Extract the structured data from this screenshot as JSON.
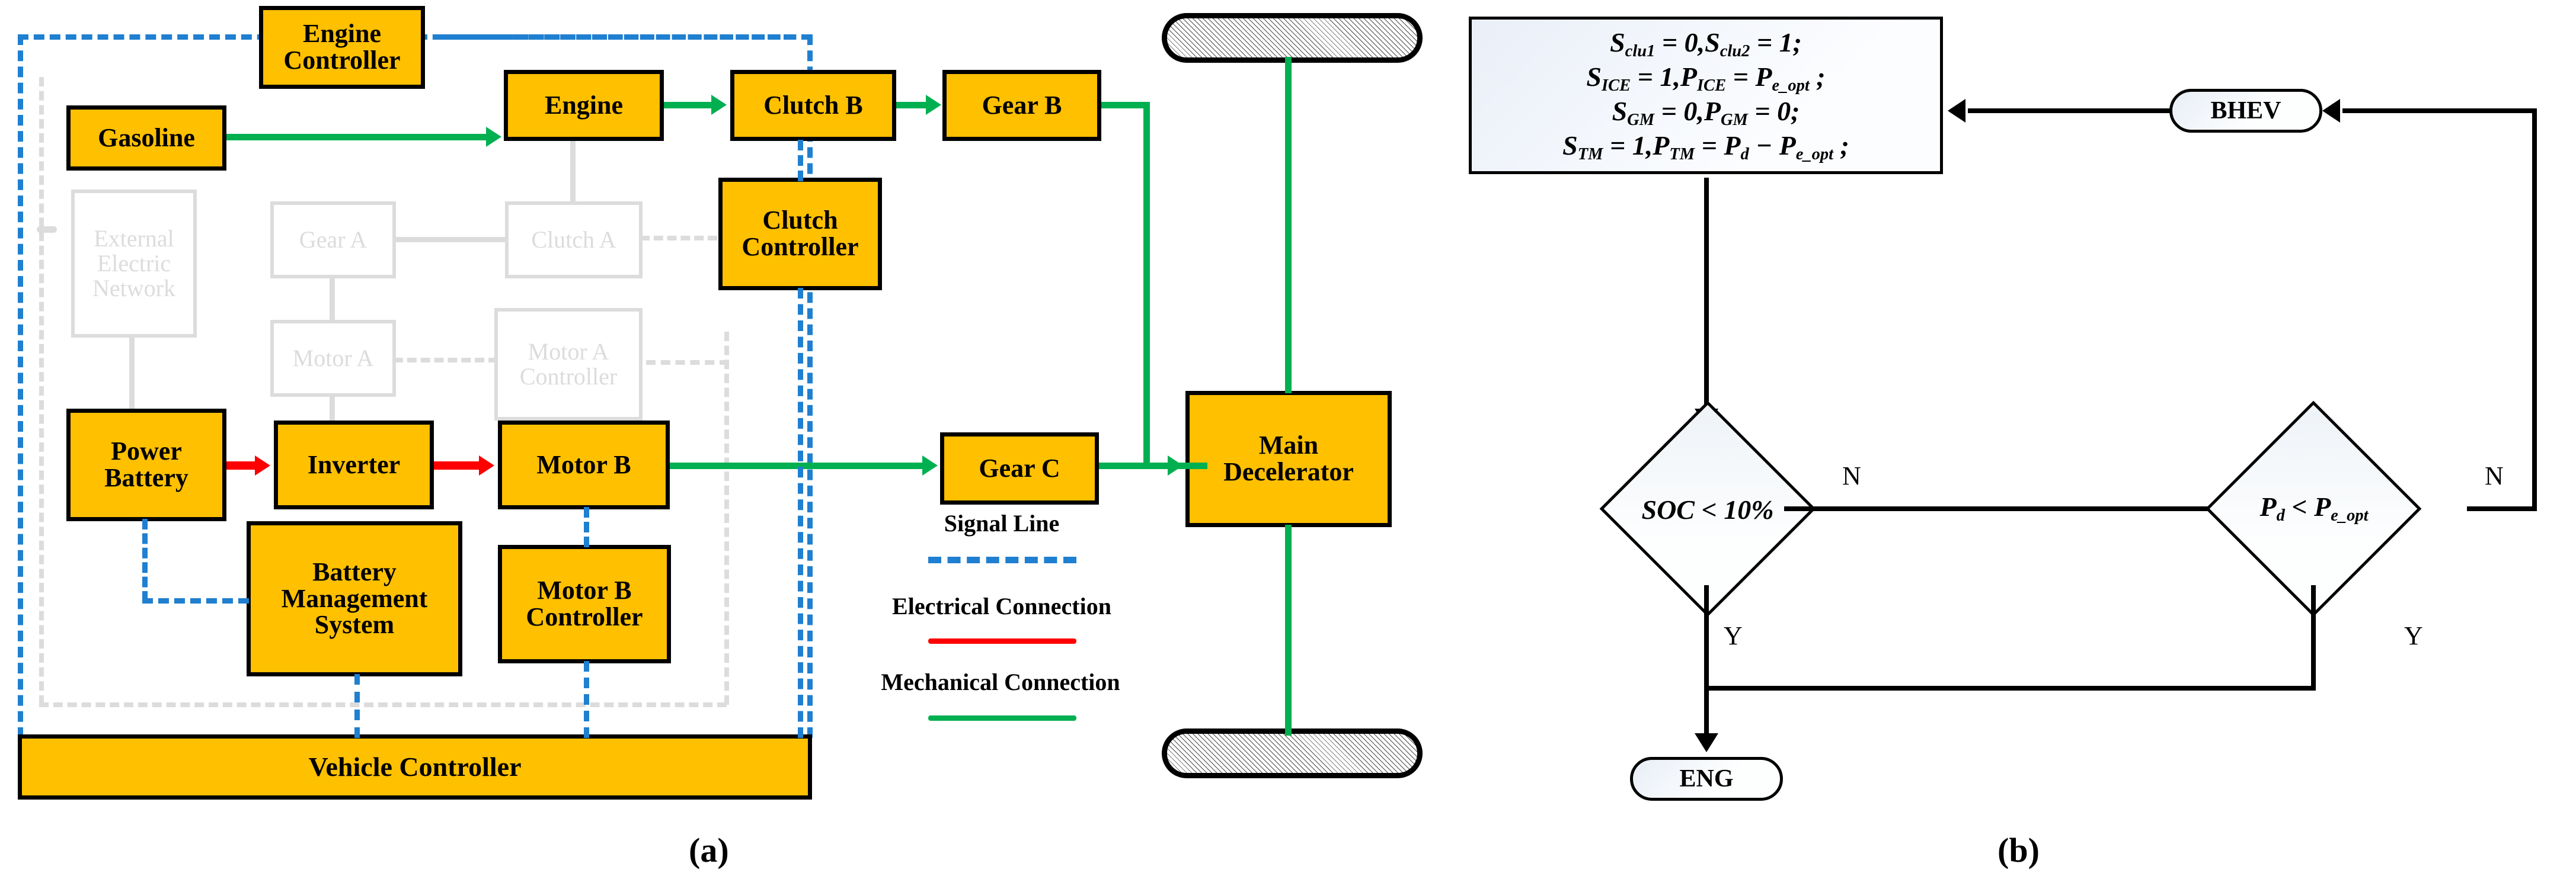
{
  "panels": [
    {
      "id": "a",
      "label": "(a)"
    },
    {
      "id": "b",
      "label": "(b)"
    }
  ],
  "powertrain": {
    "active_blocks": [
      {
        "key": "engine_controller",
        "label": "Engine\nController"
      },
      {
        "key": "gasoline",
        "label": "Gasoline"
      },
      {
        "key": "engine",
        "label": "Engine"
      },
      {
        "key": "clutch_b",
        "label": "Clutch B"
      },
      {
        "key": "gear_b",
        "label": "Gear B"
      },
      {
        "key": "clutch_controller",
        "label": "Clutch\nController"
      },
      {
        "key": "power_battery",
        "label": "Power\nBattery"
      },
      {
        "key": "inverter",
        "label": "Inverter"
      },
      {
        "key": "motor_b",
        "label": "Motor B"
      },
      {
        "key": "gear_c",
        "label": "Gear C"
      },
      {
        "key": "main_decelerator",
        "label": "Main\nDecelerator"
      },
      {
        "key": "battery_management_system",
        "label": "Battery\nManagement\nSystem"
      },
      {
        "key": "motor_b_controller",
        "label": "Motor B\nController"
      },
      {
        "key": "vehicle_controller",
        "label": "Vehicle Controller"
      }
    ],
    "inactive_blocks": [
      {
        "key": "external_electric_network",
        "label": "External\nElectric\nNetwork"
      },
      {
        "key": "gear_a",
        "label": "Gear A"
      },
      {
        "key": "clutch_a",
        "label": "Clutch A"
      },
      {
        "key": "motor_a",
        "label": "Motor A"
      },
      {
        "key": "motor_a_controller",
        "label": "Motor A\nController"
      }
    ],
    "wheels": [
      {
        "key": "front-wheel",
        "label": ""
      },
      {
        "key": "rear-wheel",
        "label": ""
      }
    ],
    "legend": [
      {
        "key": "signal-line",
        "label": "Signal Line",
        "style": "dashed",
        "color": "#1F7FD0"
      },
      {
        "key": "electrical-connection",
        "label": "Electrical Connection",
        "style": "solid",
        "color": "#FF0000"
      },
      {
        "key": "mechanical-connection",
        "label": "Mechanical Connection",
        "style": "solid",
        "color": "#00B050"
      }
    ],
    "colors": {
      "block_fill": "#FFC000",
      "block_border": "#000000",
      "signal": "#1F7FD0",
      "electrical": "#FF0000",
      "mechanical": "#00B050",
      "inactive": "#DCDCDC"
    }
  },
  "flowchart": {
    "equation_box": {
      "key": "mode-equations",
      "lines": [
        "S_clu1 = 0, S_clu2 = 1;",
        "S_ICE = 1, P_ICE = P_e_opt ;",
        "S_GM = 0, P_GM = 0;",
        "S_TM = 1, P_TM = P_d - P_e_opt ;"
      ],
      "line1_html": "<i>S</i><sub>clu1</sub> = 0,<i>S</i><sub>clu2</sub> = 1;",
      "line2_html": "<i>S</i><sub>ICE</sub> = 1,<i>P</i><sub>ICE</sub> = <i>P</i><sub>e_opt</sub> ;",
      "line3_html": "<i>S</i><sub>GM</sub> = 0,<i>P</i><sub>GM</sub> = 0;",
      "line4_html": "<i>S</i><sub>TM</sub> = 1,<i>P</i><sub>TM</sub> = <i>P</i><sub>d</sub> &minus; <i>P</i><sub>e_opt</sub> ;"
    },
    "terminals": [
      {
        "key": "bhev",
        "label": "BHEV"
      },
      {
        "key": "eng",
        "label": "ENG"
      }
    ],
    "decisions": [
      {
        "key": "soc-check",
        "label": "SOC < 10%",
        "label_html": "<i>SOC</i> &lt; <b>10%</b>",
        "yes": "Y",
        "no": "N"
      },
      {
        "key": "power-check",
        "label": "Pd < Pe_opt",
        "label_html": "<i>P</i><sub>d</sub> &lt; <i>P</i><sub>e_opt</sub>",
        "yes": "Y",
        "no": "N"
      }
    ],
    "branch_labels": {
      "yes": "Y",
      "no": "N"
    }
  }
}
